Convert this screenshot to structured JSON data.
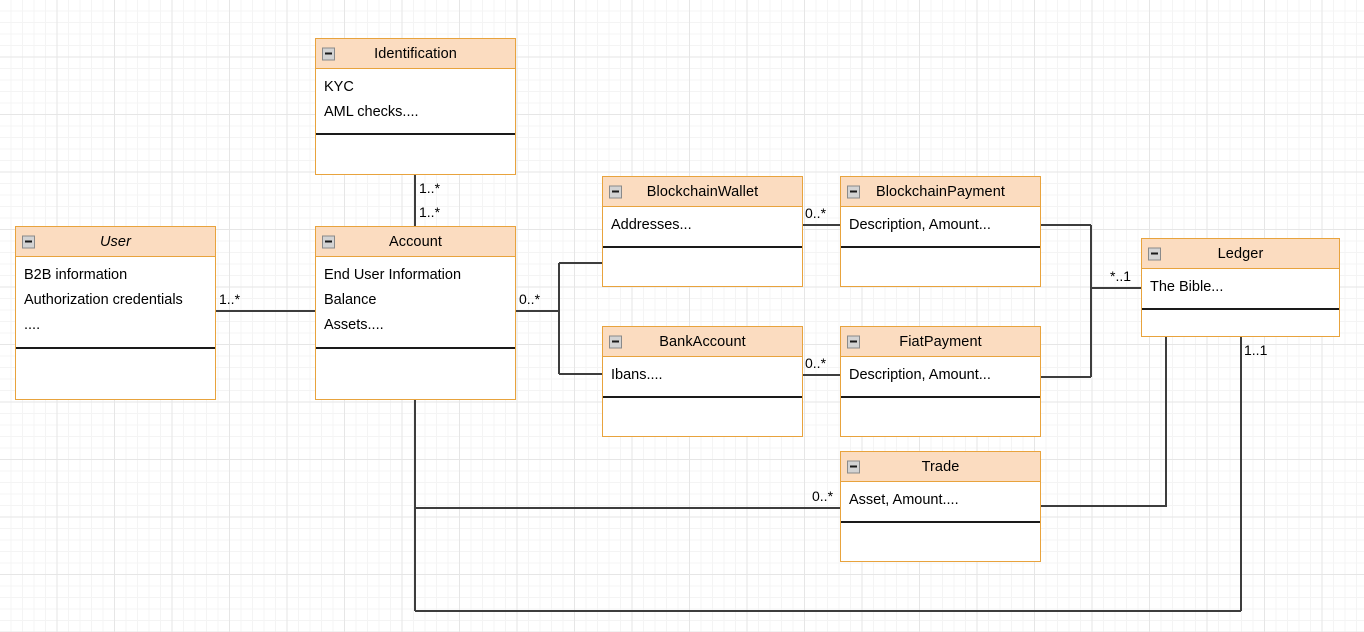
{
  "diagram": {
    "type": "uml-class-diagram",
    "background": "#ffffff",
    "grid": true,
    "accent_border": "#e8a33d",
    "header_fill": "#fbdcc0",
    "line_color": "#3d3d3d",
    "collapse_icon": "minus-box-icon"
  },
  "classes": {
    "identification": {
      "name": "Identification",
      "abstract": false,
      "attributes": [
        "KYC",
        "AML checks...."
      ],
      "operations": []
    },
    "user": {
      "name": "User",
      "abstract": true,
      "attributes": [
        "B2B information",
        "Authorization credentials",
        "...."
      ],
      "operations": []
    },
    "account": {
      "name": "Account",
      "abstract": false,
      "attributes": [
        "End User Information",
        "Balance",
        "Assets...."
      ],
      "operations": []
    },
    "blockchain_wallet": {
      "name": "BlockchainWallet",
      "abstract": false,
      "attributes": [
        "Addresses..."
      ],
      "operations": []
    },
    "blockchain_payment": {
      "name": "BlockchainPayment",
      "abstract": false,
      "attributes": [
        "Description, Amount..."
      ],
      "operations": []
    },
    "bank_account": {
      "name": "BankAccount",
      "abstract": false,
      "attributes": [
        "Ibans...."
      ],
      "operations": []
    },
    "fiat_payment": {
      "name": "FiatPayment",
      "abstract": false,
      "attributes": [
        "Description, Amount..."
      ],
      "operations": []
    },
    "ledger": {
      "name": "Ledger",
      "abstract": false,
      "attributes": [
        "The Bible..."
      ],
      "operations": []
    },
    "trade": {
      "name": "Trade",
      "abstract": false,
      "attributes": [
        "Asset, Amount...."
      ],
      "operations": []
    }
  },
  "multiplicities": {
    "identification_account_top": "1..*",
    "identification_account_bottom": "1..*",
    "user_account": "1..*",
    "account_wallets": "0..*",
    "wallet_blockchain_payment": "0..*",
    "bankaccount_fiat_payment": "0..*",
    "payments_ledger": "*..1",
    "ledger_bottom": "1..1",
    "account_trade": "0..*"
  }
}
